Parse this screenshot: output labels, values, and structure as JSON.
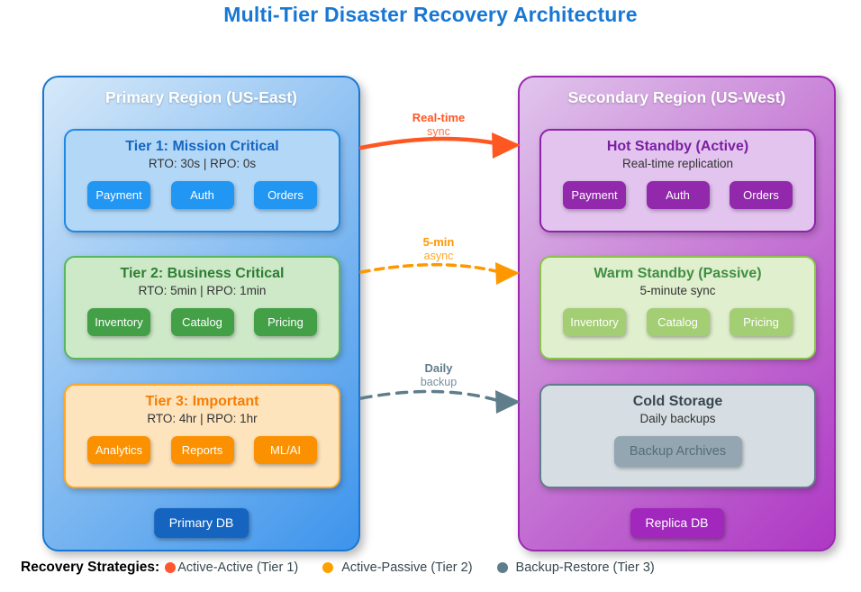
{
  "title": "Multi-Tier Disaster Recovery Architecture",
  "primary_region": {
    "title": "Primary Region (US-East)",
    "db_label": "Primary DB",
    "tiers": [
      {
        "title": "Tier 1: Mission Critical",
        "subtitle": "RTO: 30s | RPO: 0s",
        "services": [
          "Payment",
          "Auth",
          "Orders"
        ]
      },
      {
        "title": "Tier 2: Business Critical",
        "subtitle": "RTO: 5min | RPO: 1min",
        "services": [
          "Inventory",
          "Catalog",
          "Pricing"
        ]
      },
      {
        "title": "Tier 3: Important",
        "subtitle": "RTO: 4hr | RPO: 1hr",
        "services": [
          "Analytics",
          "Reports",
          "ML/AI"
        ]
      }
    ]
  },
  "secondary_region": {
    "title": "Secondary Region (US-West)",
    "db_label": "Replica DB",
    "tiers": [
      {
        "title": "Hot Standby (Active)",
        "subtitle": "Real-time replication",
        "services": [
          "Payment",
          "Auth",
          "Orders"
        ]
      },
      {
        "title": "Warm Standby (Passive)",
        "subtitle": "5-minute sync",
        "services": [
          "Inventory",
          "Catalog",
          "Pricing"
        ]
      },
      {
        "title": "Cold Storage",
        "subtitle": "Daily backups",
        "services": [
          "Backup Archives"
        ]
      }
    ]
  },
  "arrows": [
    {
      "label_bold": "Real-time",
      "label_sub": "sync",
      "style": "solid",
      "color": "#ff5722"
    },
    {
      "label_bold": "5-min",
      "label_sub": "async",
      "style": "dashed",
      "color": "#ff9800"
    },
    {
      "label_bold": "Daily",
      "label_sub": "backup",
      "style": "dashed",
      "color": "#607d8b"
    }
  ],
  "legend": {
    "title": "Recovery Strategies:",
    "items": [
      {
        "label": "Active-Active (Tier 1)",
        "color": "#ff5630"
      },
      {
        "label": "Active-Passive (Tier 2)",
        "color": "#ffa000"
      },
      {
        "label": "Backup-Restore (Tier 3)",
        "color": "#607d8b"
      }
    ]
  },
  "colors": {
    "title_blue": "#1877d3",
    "primary_region_border": "#1976d2",
    "secondary_region_border": "#9c27b0",
    "tier1_accent": "#2196f3",
    "tier2_accent": "#43a047",
    "tier3_accent": "#fb9100",
    "hot_standby_accent": "#9228ab",
    "warm_standby_accent": "#a3ce74",
    "cold_storage_accent": "#94a6b1"
  }
}
